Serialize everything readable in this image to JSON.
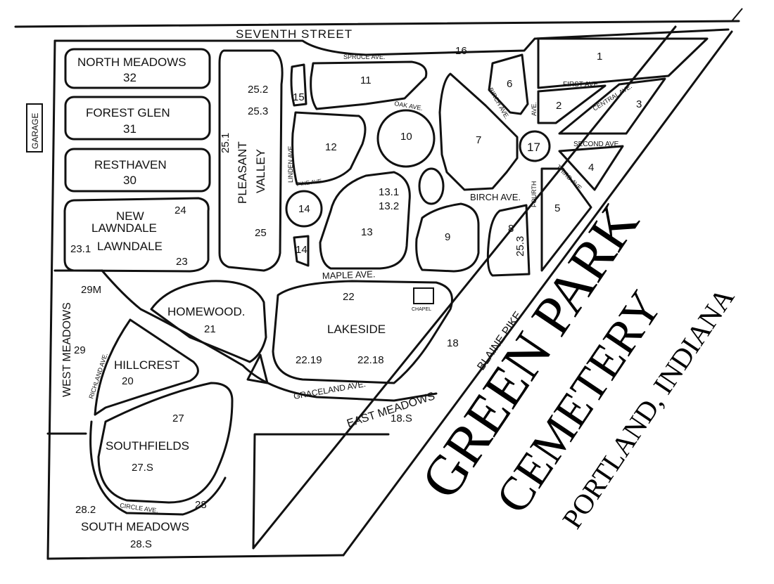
{
  "streets": {
    "seventh": "SEVENTH STREET",
    "spruce": "SPRUCE AVE.",
    "oak": "OAK AVE.",
    "birch_upper": "BIRCH AVE.",
    "birch": "BIRCH AVE.",
    "ave": "AVE.",
    "fourth": "FOURTH",
    "first": "FIRST AVE.",
    "central": "CENTRAL AVE.",
    "second": "SECOND AVE.",
    "third": "THIRD AVE.",
    "linden": "LINDEN AVE.",
    "pine": "PINE AVE.",
    "maple": "MAPLE AVE.",
    "graceland": "GRACELAND AVE.",
    "richland": "RICHLAND AVE.",
    "circle": "CIRCLE AVE.",
    "blaine": "BLAINE PIKE"
  },
  "buildings": {
    "garage": "GARAGE",
    "chapel": "CHAPEL"
  },
  "sections": {
    "north_meadows": "NORTH MEADOWS",
    "north_meadows_num": "32",
    "forest_glen": "FOREST GLEN",
    "forest_glen_num": "31",
    "resthaven": "RESTHAVEN",
    "resthaven_num": "30",
    "new_lawndale_1": "NEW",
    "new_lawndale_2": "LAWNDALE",
    "lawndale": "LAWNDALE",
    "n24": "24",
    "n23_1": "23.1",
    "n23": "23",
    "pleasant": "PLEASANT",
    "valley": "VALLEY",
    "n25_2": "25.2",
    "n25_3": "25.3",
    "n25_1": "25.1",
    "n25": "25",
    "n15": "15",
    "n11": "11",
    "n16": "16",
    "n10": "10",
    "n12": "12",
    "n7": "7",
    "n6": "6",
    "n1": "1",
    "n2": "2",
    "n3": "3",
    "n17": "17",
    "n4": "4",
    "n5": "5",
    "n14a": "14",
    "n14b": "14",
    "n13_1": "13.1",
    "n13_2": "13.2",
    "n13": "13",
    "n9": "9",
    "n8": "8",
    "n25_3b": "25.3",
    "homewood": "HOMEWOOD.",
    "homewood_num": "21",
    "n22": "22",
    "lakeside": "LAKESIDE",
    "n22_19": "22.19",
    "n22_18": "22.18",
    "n18": "18",
    "n29m": "29M",
    "west_meadows": "WEST MEADOWS",
    "n29": "29",
    "hillcrest": "HILLCREST",
    "hillcrest_num": "20",
    "n27": "27",
    "southfields": "SOUTHFIELDS",
    "southfields_num": "27.S",
    "n28_2": "28.2",
    "n28": "28",
    "south_meadows": "SOUTH MEADOWS",
    "south_meadows_num": "28.S",
    "east_meadows": "EAST MEADOWS",
    "east_meadows_num": "18.S"
  },
  "title": {
    "line1": "GREEN PARK",
    "line2": "CEMETERY",
    "line3": "PORTLAND, INDIANA"
  }
}
